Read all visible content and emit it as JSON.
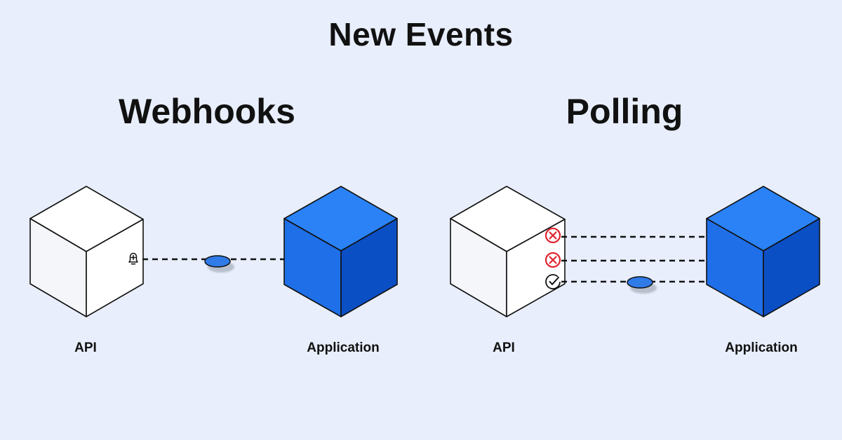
{
  "title": "New Events",
  "sections": [
    {
      "title": "Webhooks",
      "nodes": [
        {
          "label": "API",
          "color": "#ffffff",
          "icons": [
            "bell-add-icon"
          ]
        },
        {
          "label": "Application",
          "color": "#1f6fe8"
        }
      ],
      "connections": [
        {
          "status": "notification",
          "has_message": true
        }
      ]
    },
    {
      "title": "Polling",
      "nodes": [
        {
          "label": "API",
          "color": "#ffffff"
        },
        {
          "label": "Application",
          "color": "#1f6fe8"
        }
      ],
      "connections": [
        {
          "status": "failed",
          "icon": "x-circle-icon",
          "has_message": false
        },
        {
          "status": "failed",
          "icon": "x-circle-icon",
          "has_message": false
        },
        {
          "status": "success",
          "icon": "check-circle-icon",
          "has_message": true
        }
      ]
    }
  ],
  "colors": {
    "background": "#e8eefb",
    "blue_top": "#2a82f6",
    "blue_left": "#1f6fe8",
    "blue_right": "#0b4fc4",
    "error": "#e0242e",
    "message": "#2f7be8"
  }
}
